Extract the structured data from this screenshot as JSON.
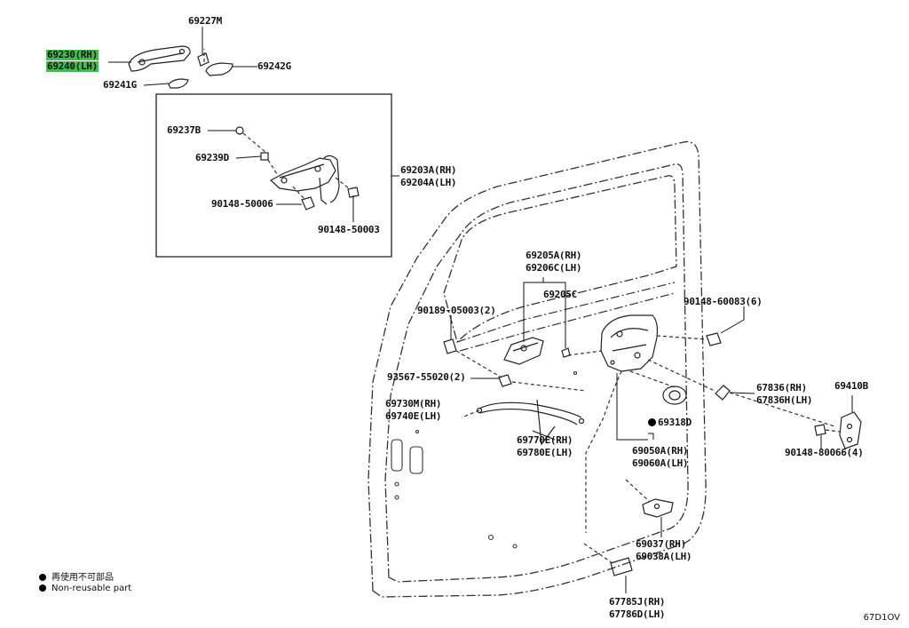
{
  "labels": {
    "p69227M": "69227M",
    "p69230RH": "69230(RH)",
    "p69240LH": "69240(LH)",
    "p69242G": "69242G",
    "p69241G": "69241G",
    "p69237B": "69237B",
    "p69239D": "69239D",
    "p69203A": "69203A(RH)",
    "p69204A": "69204A(LH)",
    "p90148_50006": "90148-50006",
    "p90148_50003": "90148-50003",
    "p69205A": "69205A(RH)",
    "p69206C": "69206C(LH)",
    "p69205C": "69205C",
    "p90189_05003": "90189-05003(2)",
    "p90148_60083": "90148-60083(6)",
    "p93567_55020": "93567-55020(2)",
    "p67836RH": "67836(RH)",
    "p67836HLH": "67836H(LH)",
    "p69410B": "69410B",
    "p69730M": "69730M(RH)",
    "p69740E": "69740E(LH)",
    "p69318D": "69318D",
    "p69770E": "69770E(RH)",
    "p69780E": "69780E(LH)",
    "p69050A": "69050A(RH)",
    "p69060A": "69060A(LH)",
    "p90148_80066": "90148-80066(4)",
    "p69037": "69037(RH)",
    "p69038A": "69038A(LH)",
    "p67785J": "67785J(RH)",
    "p67786D": "67786D(LH)"
  },
  "legend": {
    "jp": "再使用不可部品",
    "en": "Non-reusable part"
  },
  "diagram_code": "67D1OV",
  "highlight_color": "#3dbf4a"
}
